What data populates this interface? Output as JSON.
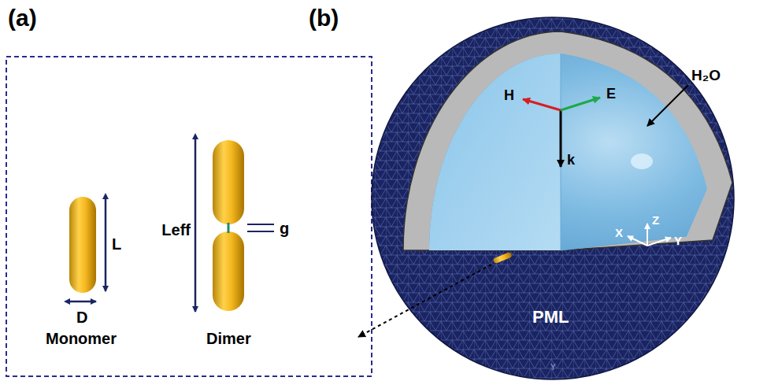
{
  "diagram": {
    "labels": [
      "(a)",
      "(b)",
      "L",
      "D",
      "Monomer",
      "Leff",
      "g",
      "Dimer",
      "H",
      "E",
      "k",
      "H₂O",
      "X",
      "Z",
      "Y",
      "PML",
      "Y"
    ]
  }
}
